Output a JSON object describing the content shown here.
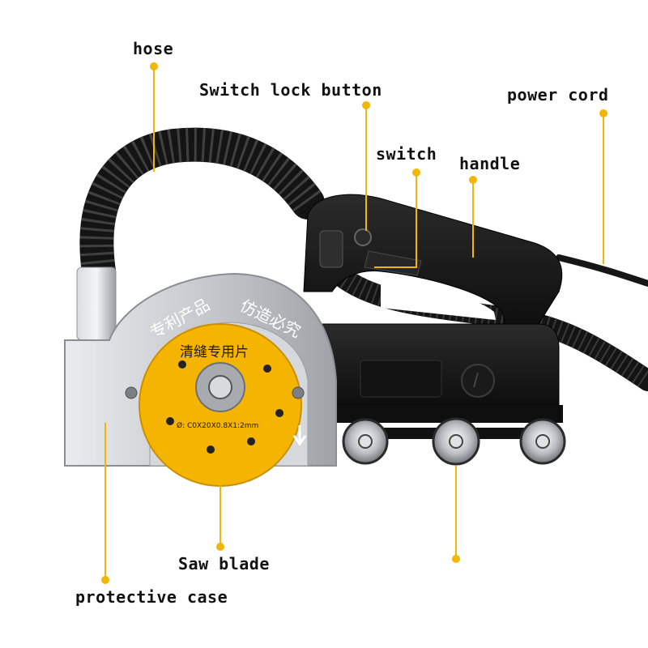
{
  "labels": {
    "hose": "hose",
    "switch_lock_button": "Switch lock button",
    "power_cord": "power cord",
    "switch": "switch",
    "handle": "handle",
    "saw_blade": "Saw blade",
    "protective_case": "protective case"
  },
  "case_text": {
    "left": "专利产品",
    "right": "仿造必究"
  },
  "blade_text": {
    "title": "清缝专用片",
    "spec": "Ø: C0X20X0.8X1:2mm"
  },
  "colors": {
    "leader": "#f2b705",
    "blade": "#f5b400",
    "body": "#1b1b1b",
    "case": "#c9ccd1"
  }
}
